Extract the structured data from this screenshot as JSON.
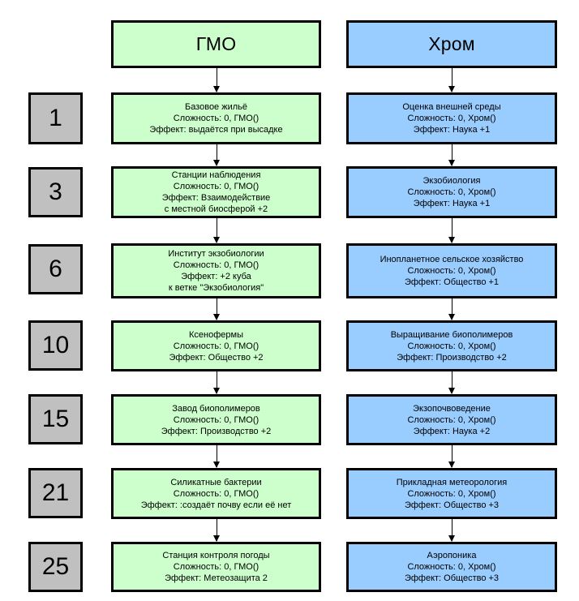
{
  "columns": [
    {
      "id": "gmo",
      "header": "ГМО",
      "color": "#ccffcc",
      "prereq": "ГМО()",
      "nodes": [
        {
          "title": "Базовое жильё",
          "cost": "Сложность: 0, ГМО()",
          "effect": "Эффект: выдаётся при высадке",
          "extra": ""
        },
        {
          "title": "Станции наблюдения",
          "cost": "Сложность: 0, ГМО()",
          "effect": "Эффект: Взаимодействие",
          "extra": "с местной биосферой +2"
        },
        {
          "title": "Институт экзобиологии",
          "cost": "Сложность: 0, ГМО()",
          "effect": "Эффект: +2 куба",
          "extra": "к ветке \"Экзобиология\""
        },
        {
          "title": "Ксенофермы",
          "cost": "Сложность: 0, ГМО()",
          "effect": "Эффект: Общество +2",
          "extra": ""
        },
        {
          "title": "Завод биополимеров",
          "cost": "Сложность: 0, ГМО()",
          "effect": "Эффект: Производство +2",
          "extra": ""
        },
        {
          "title": "Силикатные бактерии",
          "cost": "Сложность: 0, ГМО()",
          "effect": "Эффект: :создаёт почву если её нет",
          "extra": ""
        },
        {
          "title": "Станция контроля погоды",
          "cost": "Сложность: 0, ГМО()",
          "effect": "Эффект: Метеозащита 2",
          "extra": ""
        }
      ]
    },
    {
      "id": "chrome",
      "header": "Хром",
      "color": "#99ccff",
      "prereq": "Хром()",
      "nodes": [
        {
          "title": "Оценка внешней среды",
          "cost": "Сложность: 0, Хром()",
          "effect": "Эффект: Наука +1",
          "extra": ""
        },
        {
          "title": "Экзобиология",
          "cost": "Сложность: 0, Хром()",
          "effect": "Эффект: Наука +1",
          "extra": ""
        },
        {
          "title": "Инопланетное сельское хозяйство",
          "cost": "Сложность: 0, Хром()",
          "effect": "Эффект: Общество +1",
          "extra": ""
        },
        {
          "title": "Выращивание биополимеров",
          "cost": "Сложность: 0, Хром()",
          "effect": "Эффект: Производство +2",
          "extra": ""
        },
        {
          "title": "Экзопочвоведение",
          "cost": "Сложность: 0, Хром()",
          "effect": "Эффект: Наука +2",
          "extra": ""
        },
        {
          "title": "Прикладная метеорология",
          "cost": "Сложность: 0, Хром()",
          "effect": "Эффект: Общество +3",
          "extra": ""
        },
        {
          "title": "Аэропоника",
          "cost": "Сложность: 0, Хром()",
          "effect": "Эффект: Общество +3",
          "extra": ""
        }
      ]
    }
  ],
  "levels": [
    "1",
    "3",
    "6",
    "10",
    "15",
    "21",
    "25"
  ],
  "colors": {
    "green": "#ccffcc",
    "blue": "#99ccff",
    "gray": "#c0c0c0",
    "border": "#000000",
    "background": "#ffffff"
  }
}
